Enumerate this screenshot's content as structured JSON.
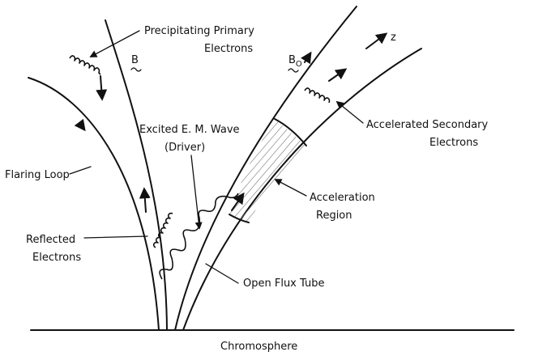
{
  "labels": {
    "precipitating": [
      "Precipitating Primary",
      "Electrons"
    ],
    "b_field": "B",
    "b0_field": "B",
    "b0_subscript": "O",
    "z_axis": "z",
    "excited_wave": [
      "Excited E. M. Wave",
      "(Driver)"
    ],
    "accelerated": [
      "Accelerated Secondary",
      "Electrons"
    ],
    "flaring_loop": "Flaring Loop",
    "acceleration_region": [
      "Acceleration",
      "Region"
    ],
    "reflected": [
      "Reflected",
      "Electrons"
    ],
    "open_flux_tube": "Open Flux Tube",
    "chromosphere": "Chromosphere"
  }
}
